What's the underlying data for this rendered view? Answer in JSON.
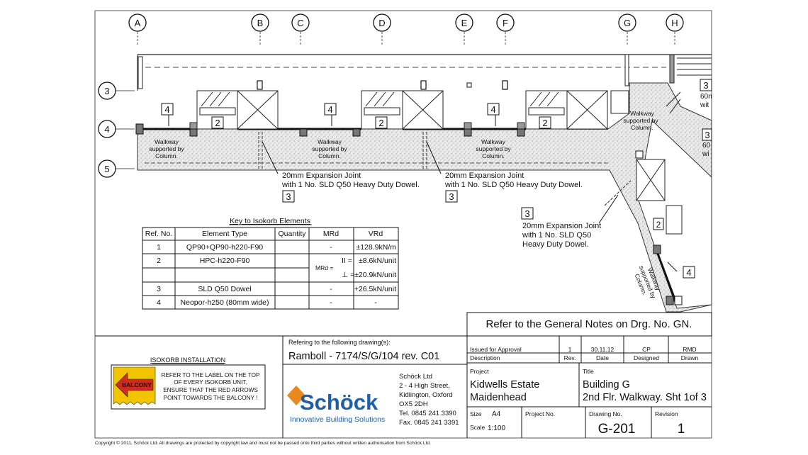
{
  "grid": {
    "columns": [
      "A",
      "B",
      "C",
      "D",
      "E",
      "F",
      "G",
      "H"
    ],
    "rows": [
      "3",
      "4",
      "5"
    ]
  },
  "plan": {
    "bay_tag_2": "2",
    "bay_tag_4": "4",
    "bay_tag_3": "3",
    "walkway_lines": [
      "Walkway",
      "supported by",
      "Column."
    ],
    "expansion_joint_lines": [
      "20mm Expansion Joint",
      "with 1 No. SLD Q50 Heavy Duty Dowel."
    ],
    "expansion_joint_alt_lines": [
      "20mm Expansion Joint",
      "with 1 No. SLD Q50",
      "Heavy Duty Dowel."
    ],
    "right_tag_text_1": "60n",
    "right_tag_text_2": "wit",
    "right_tag_text_3": "60",
    "right_tag_text_4": "wi"
  },
  "key_table": {
    "title": "Key to Isokorb Elements",
    "headers": [
      "Ref. No.",
      "Element Type",
      "Quantity",
      "MRd",
      "VRd"
    ],
    "rows": [
      {
        "ref": "1",
        "type": "QP90+QP90-h220-F90",
        "qty": "",
        "mrd": "-",
        "vrd": "±128.9kN/m"
      },
      {
        "ref": "2",
        "type": "HPC-h220-F90",
        "qty": "",
        "mrd_label": "MRd =",
        "mrd_par": "II =",
        "mrd_par_val": "±8.6kN/unit",
        "mrd_perp": "⊥ =",
        "mrd_perp_val": "±20.9kN/unit",
        "vrd": ""
      },
      {
        "ref": "3",
        "type": "SLD Q50 Dowel",
        "qty": "",
        "mrd": "-",
        "vrd": "+26.5kN/unit"
      },
      {
        "ref": "4",
        "type": "Neopor-h250 (80mm wide)",
        "qty": "",
        "mrd": "-",
        "vrd": "-"
      }
    ]
  },
  "general_notes": "Refer to the General Notes on Drg. No. GN.",
  "installation": {
    "title": "ISOKORB INSTALLATION",
    "arrow_label": "BALCONY",
    "text_lines": [
      "REFER TO THE LABEL ON THE TOP",
      "OF EVERY ISOKORB UNIT.",
      "ENSURE THAT THE RED ARROWS",
      "POINT TOWARDS THE BALCONY !"
    ]
  },
  "reference": {
    "label": "Refering to the following drawing(s):",
    "drawing": "Ramboll - 7174/S/G/104 rev. C01"
  },
  "company": {
    "logo": "Schöck",
    "tagline": "Innovative Building Solutions",
    "address_lines": [
      "Schöck Ltd",
      "2 - 4 High Street,",
      "Kidlington, Oxford",
      "OX5 2DH",
      "Tel.  0845 241 3390",
      "Fax. 0845 241 3391"
    ]
  },
  "revision_block": {
    "status": "Issued for Approval",
    "rev": "1",
    "date": "30.11.12",
    "designed": "CP",
    "drawn": "RMD",
    "headers": [
      "Description",
      "Rev.",
      "Date",
      "Designed",
      "Drawn"
    ]
  },
  "title_block": {
    "project_label": "Project",
    "project_lines": [
      "Kidwells Estate",
      "Maidenhead"
    ],
    "title_label": "Title",
    "title_lines": [
      "Building G",
      "2nd Flr. Walkway. Sht 1of 3"
    ],
    "size_label": "Size",
    "size": "A4",
    "scale_label": "Scale",
    "scale": "1:100",
    "project_no_label": "Project No.",
    "drawing_no_label": "Drawing No.",
    "drawing_no": "G-201",
    "revision_label": "Revision",
    "revision": "1"
  },
  "copyright": "Copyright © 2011, Schöck Ltd. All drawings are protected by copyright law and must not be passed onto third parties without written authorisation from Schöck Ltd.",
  "colors": {
    "arrow_red": "#d42a1e",
    "arrow_box": "#f1c400",
    "logo_blue": "#1f5fa8",
    "logo_orange": "#e8891e",
    "logo_sub": "#1f5fa8"
  }
}
